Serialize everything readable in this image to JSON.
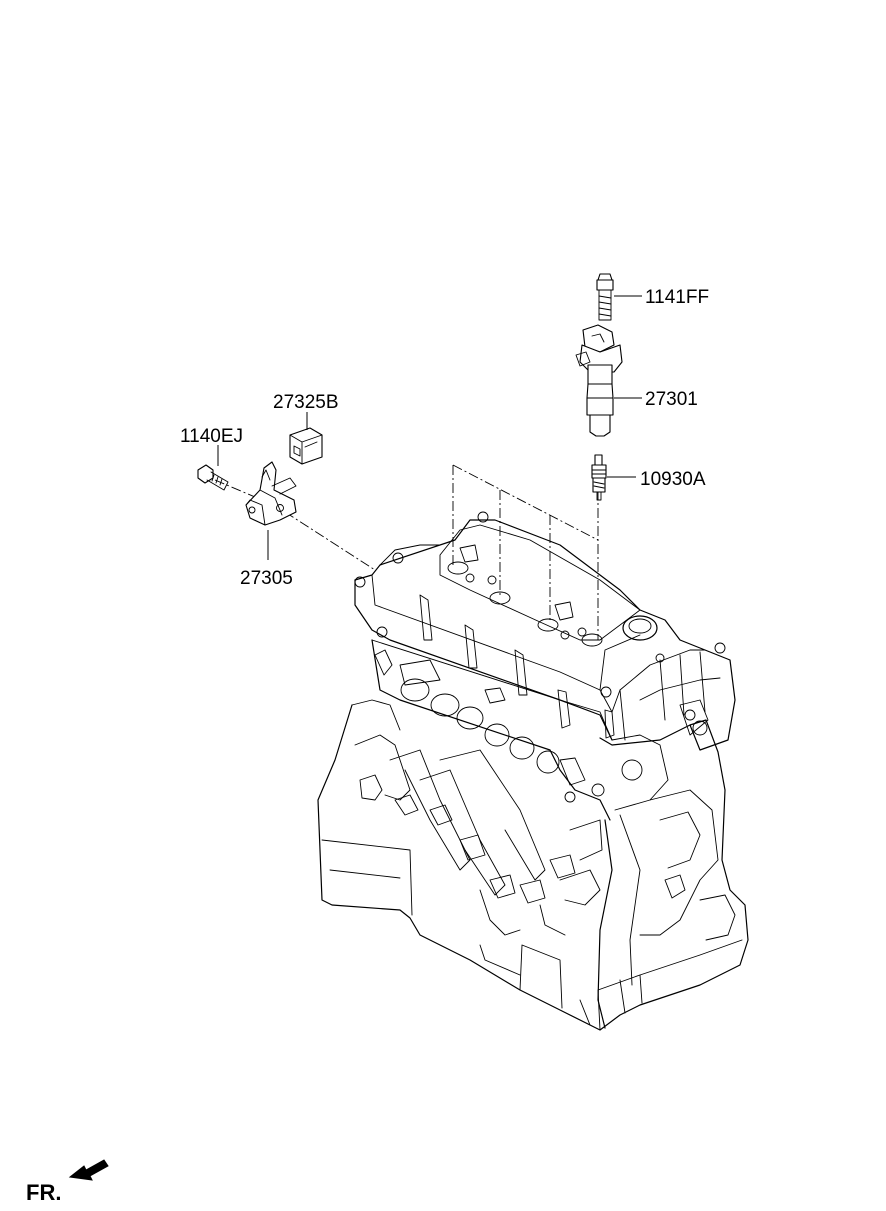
{
  "diagram": {
    "callouts": [
      {
        "id": "bolt_coil",
        "label": "1141FF"
      },
      {
        "id": "ignition_coil",
        "label": "27301"
      },
      {
        "id": "spark_plug",
        "label": "10930A"
      },
      {
        "id": "connector",
        "label": "27325B"
      },
      {
        "id": "bolt_bracket",
        "label": "1140EJ"
      },
      {
        "id": "bracket",
        "label": "27305"
      }
    ],
    "direction_marker": {
      "label": "FR.",
      "icon": "arrow-front-icon"
    }
  }
}
